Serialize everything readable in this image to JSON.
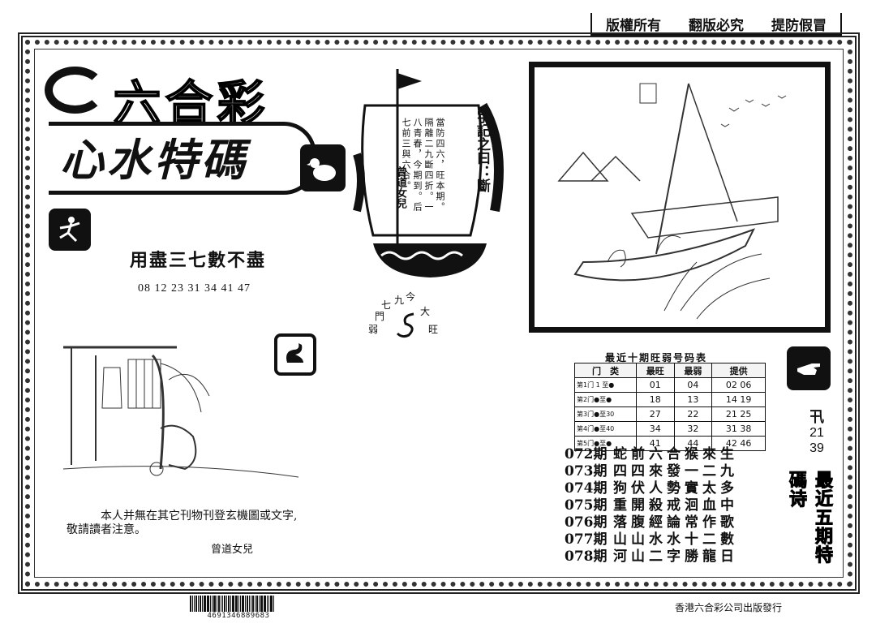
{
  "header": {
    "notices": [
      "版權所有",
      "翻版必究",
      "提防假冒"
    ]
  },
  "brand": {
    "title": "六合彩",
    "subtitle": "心水特碼"
  },
  "slogan": "用盡三七數不盡",
  "numbers": "08 12 23 31 34 41 47",
  "sail": {
    "title": "字記之曰：斷",
    "text": "當防四六，旺本期。隔離二九斷四折。一八青春，今期到。后七前三與六合。",
    "signature": "曾道女兒"
  },
  "seal_chars": [
    "今",
    "九",
    "七",
    "大",
    "門",
    "弱",
    "旺"
  ],
  "notice": {
    "line1": "本人并無在其它刊物刊登玄機圖或文字,",
    "line2": "敬請讀者注意。",
    "signature": "曾道女兒"
  },
  "table": {
    "title": "最近十期旺弱号码表",
    "headers": [
      "门　类",
      "最旺",
      "最弱",
      "提供"
    ],
    "rows": [
      {
        "door": "第1门 1 至●",
        "hot": "01",
        "weak": "04",
        "provide": "02 06"
      },
      {
        "door": "第2门●至●",
        "hot": "18",
        "weak": "13",
        "provide": "14 19"
      },
      {
        "door": "第3门●至30",
        "hot": "27",
        "weak": "22",
        "provide": "21 25"
      },
      {
        "door": "第4门●至40",
        "hot": "34",
        "weak": "32",
        "provide": "31 38"
      },
      {
        "door": "第5门●至●",
        "hot": "41",
        "weak": "44",
        "provide": "42 46"
      }
    ]
  },
  "periods": [
    {
      "id": "072期",
      "words": "蛇前六合猴來生"
    },
    {
      "id": "073期",
      "words": "四四來發一二九"
    },
    {
      "id": "074期",
      "words": "狗伏人勢實太多"
    },
    {
      "id": "075期",
      "words": "重開殺戒洄血中"
    },
    {
      "id": "076期",
      "words": "落腹經論常作歌"
    },
    {
      "id": "077期",
      "words": "山山水水十二數"
    },
    {
      "id": "078期",
      "words": "河山二字勝龍日"
    }
  ],
  "side": {
    "glyph": "卂",
    "n1": "21",
    "n2": "39",
    "label": "最近五期特碼诗"
  },
  "publisher": "香港六合彩公司出版發行",
  "barcode": "4691346889683",
  "icons": [
    "dancer-icon",
    "swan-icon",
    "pointing-hand-icon",
    "hen-icon"
  ]
}
